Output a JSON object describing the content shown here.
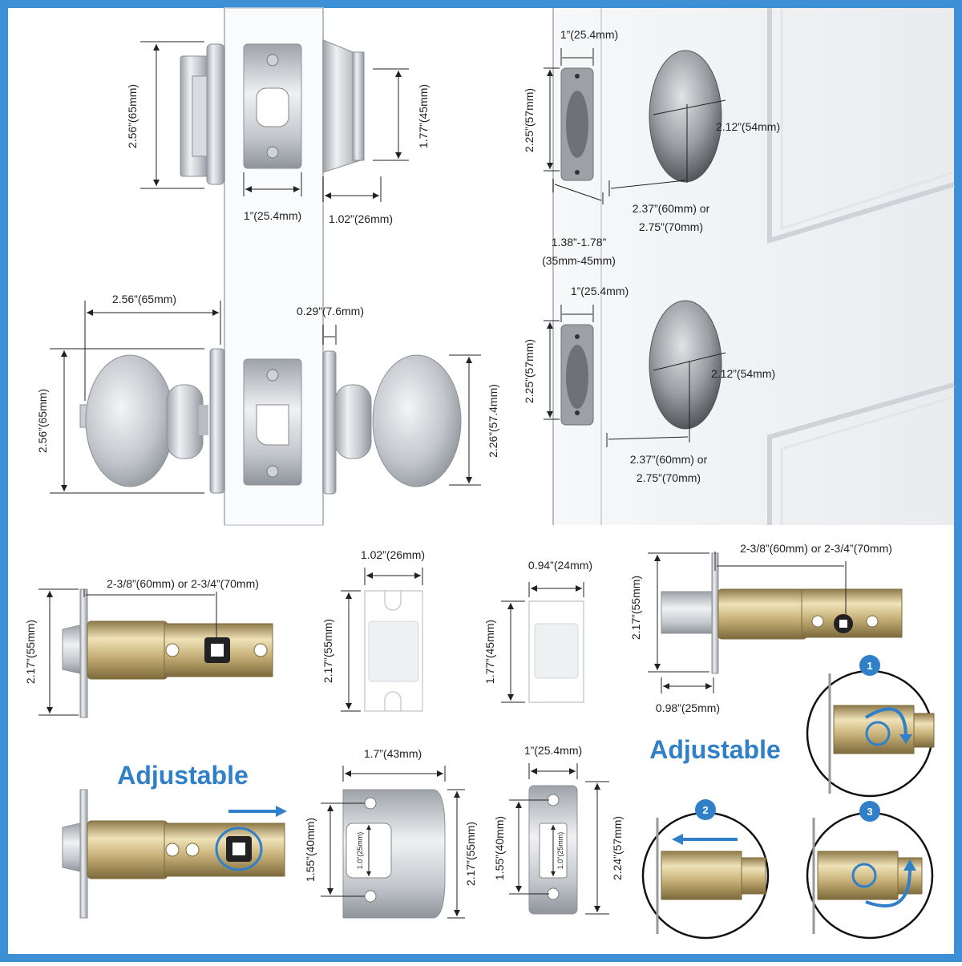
{
  "colors": {
    "frame": "#3d8fd6",
    "accent": "#2f80c9",
    "metal": "#c9ccd1",
    "brass": "#c9b27a",
    "door": "#f2f3f5"
  },
  "deadbolt": {
    "height": "2.56”(65mm)",
    "plate_width": "1”(25.4mm)",
    "cylinder_height": "1.77”(45mm)",
    "cylinder_depth": "1.02”(26mm)"
  },
  "knob": {
    "projection": "2.56”(65mm)",
    "rose_thickness": "0.29”(7.6mm)",
    "height_left": "2.56”(65mm)",
    "height_right": "2.26”(57.4mm)"
  },
  "door_upper": {
    "edge_width": "1”(25.4mm)",
    "edge_height": "2.25”(57mm)",
    "bore": "2.12”(54mm)",
    "backset_1": "2.37”(60mm) or",
    "backset_2": "2.75”(70mm)",
    "thickness_1": "1.38”-1.78”",
    "thickness_2": "(35mm-45mm)"
  },
  "door_lower": {
    "edge_width": "1”(25.4mm)",
    "edge_height": "2.25”(57mm)",
    "bore": "2.12”(54mm)",
    "backset_1": "2.37”(60mm) or",
    "backset_2": "2.75”(70mm)"
  },
  "latch": {
    "backset": "2-3/8”(60mm) or 2-3/4”(70mm)",
    "height": "2.17”(55mm)"
  },
  "strike_box_large": {
    "width": "1.02”(26mm)",
    "height": "2.17”(55mm)"
  },
  "strike_box_small": {
    "width": "0.94”(24mm)",
    "height": "1.77”(45mm)"
  },
  "deadbolt_latch": {
    "backset": "2-3/8”(60mm) or 2-3/4”(70mm)",
    "height": "2.17”(55mm)",
    "bolt": "0.98”(25mm)"
  },
  "adjustable_label": "Adjustable",
  "strike_large": {
    "width": "1.7”(43mm)",
    "hole_spacing": "1.55”(40mm)",
    "opening": "1.0”(25mm)",
    "height": "2.17”(55mm)"
  },
  "strike_small": {
    "width": "1”(25.4mm)",
    "hole_spacing": "1.55”(40mm)",
    "opening": "1.0”(25mm)",
    "height": "2.24”(57mm)"
  },
  "steps": [
    "1",
    "2",
    "3"
  ]
}
